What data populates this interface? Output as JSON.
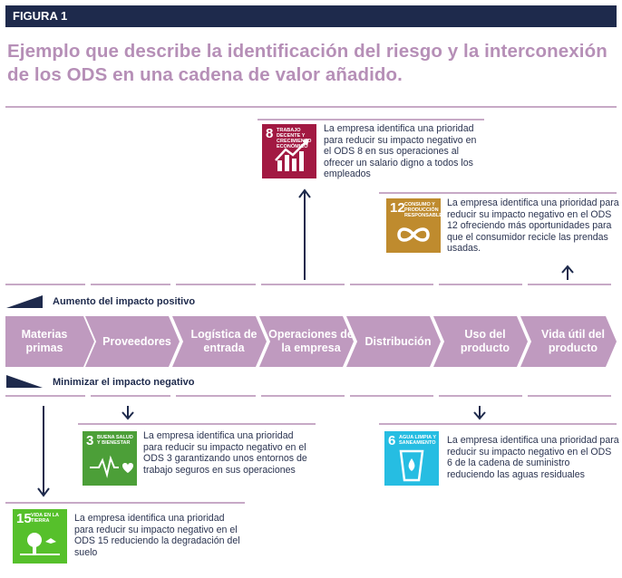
{
  "header": {
    "figure_label": "FIGURA 1",
    "title": "Ejemplo que describe la identificación del riesgo y la interconexión de los ODS en una cadena de valor añadido."
  },
  "legend": {
    "positive": "Aumento del impacto positivo",
    "negative": "Minimizar el impacto negativo"
  },
  "chain": [
    "Materias primas",
    "Proveedores",
    "Logística de entrada",
    "Operaciones de la empresa",
    "Distribución",
    "Uso del producto",
    "Vida útil del producto"
  ],
  "cards": {
    "ods8": {
      "number": "8",
      "label": "Trabajo decente y crecimiento económico",
      "color": "#a21942",
      "text": "La empresa identifica una prioridad para reducir su impacto negativo en el ODS 8 en sus operaciones al ofrecer un salario digno a todos los empleados"
    },
    "ods12": {
      "number": "12",
      "label": "Consumo y producción responsables",
      "color": "#bf8b2e",
      "text": "La empresa identifica una prioridad para reducir su impacto negativo en el ODS 12 ofreciendo más oportunidades para que el consumidor recicle las prendas usadas."
    },
    "ods3": {
      "number": "3",
      "label": "Buena salud y bienestar",
      "color": "#4c9f38",
      "text": "La empresa identifica una prioridad para reducir su impacto negativo en el ODS 3 garantizando unos entornos de trabajo seguros en sus operaciones"
    },
    "ods6": {
      "number": "6",
      "label": "Agua limpia y saneamiento",
      "color": "#26bde2",
      "text": "La empresa identifica una prioridad para reducir su impacto negativo en el ODS 6 de la cadena de suministro reduciendo las aguas residuales"
    },
    "ods15": {
      "number": "15",
      "label": "Vida en la tierra",
      "color": "#56c02b",
      "text": "La empresa identifica una prioridad para reducir su impacto negativo en el ODS 15 reduciendo la degradación del suelo"
    }
  },
  "colors": {
    "navy": "#1e2a4c",
    "lilac": "#c7a9c6",
    "chevron": "#bf9abf",
    "title": "#b68fb7"
  }
}
